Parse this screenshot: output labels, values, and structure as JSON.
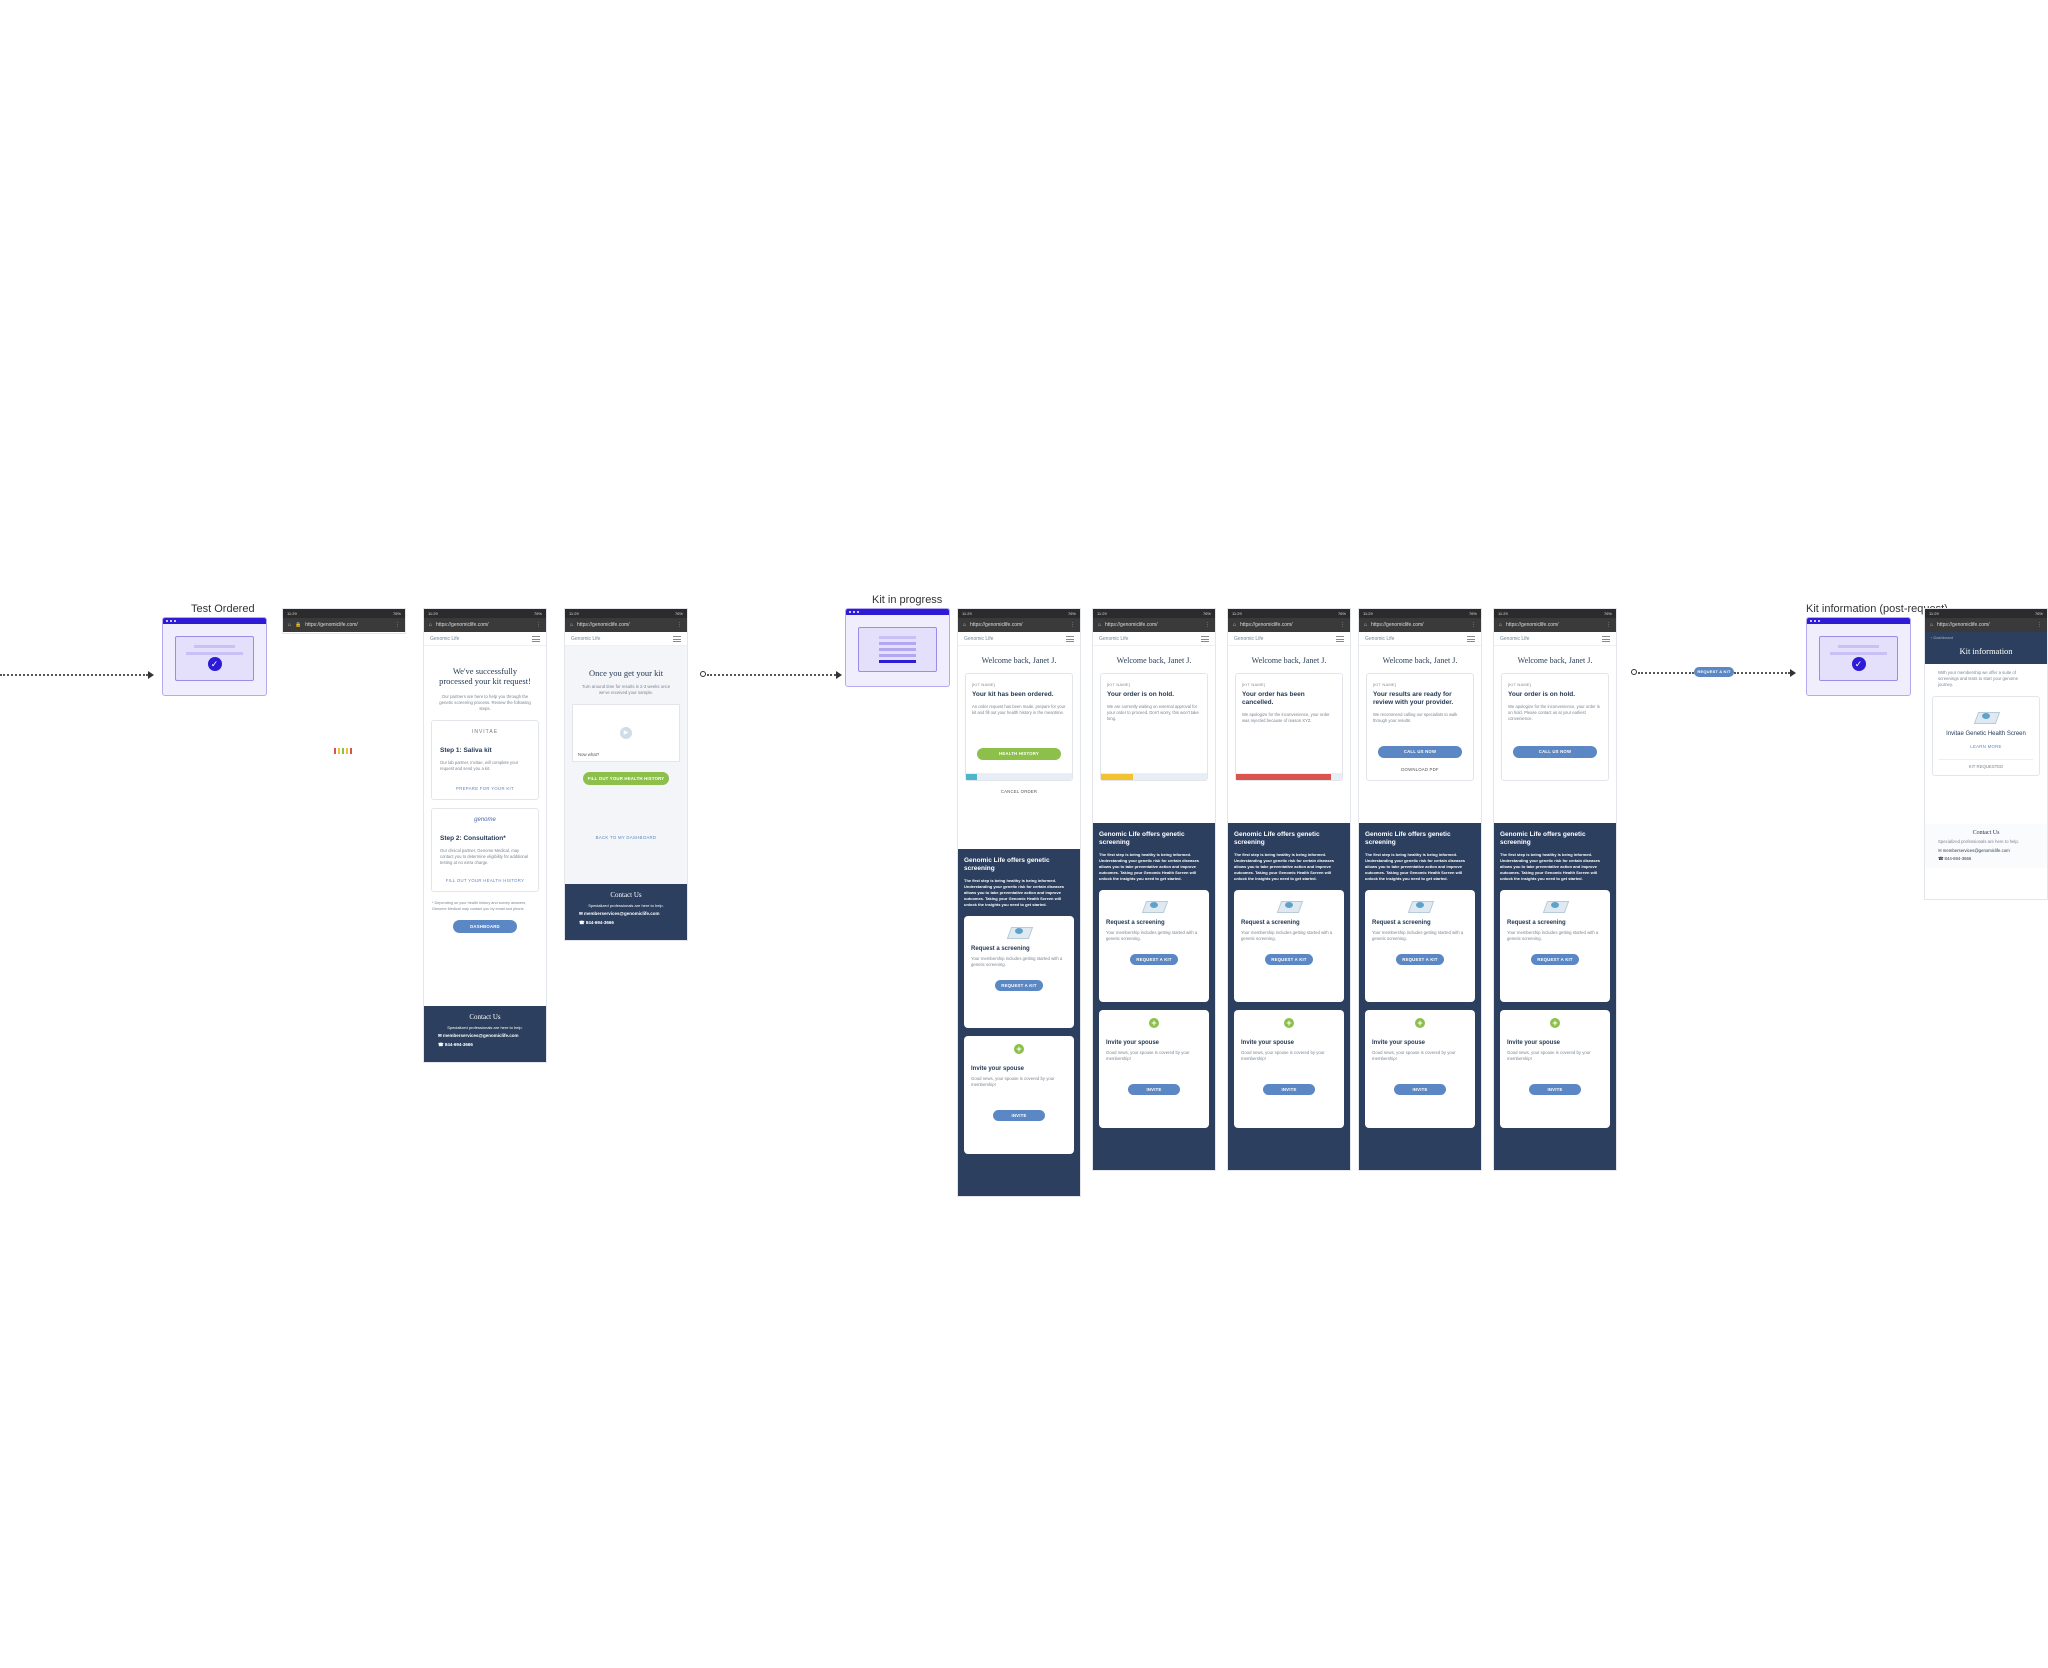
{
  "flows": {
    "test_ordered": "Test Ordered",
    "kit_in_progress": "Kit in progress",
    "kit_info_post": "Kit information (post-request)"
  },
  "connector_button": "REQUEST A KIT",
  "browser": {
    "time": "11:29",
    "status": "76%",
    "url": "https://genomiclife.com/",
    "brand": "Genomic Life"
  },
  "processed": {
    "title": "We've successfully processed your kit request!",
    "intro": "Our partners are here to help you through the genetic screening process. Review the following steps.",
    "invitae_logo": "INVITAE",
    "step1_title": "Step 1: Saliva kit",
    "step1_body": "Our lab partner, Invitae, will complete your request and send you a kit.",
    "step1_link": "PREPARE FOR YOUR KIT",
    "genome_logo": "genome",
    "step2_title": "Step 2: Consultation*",
    "step2_body": "Our clinical partner, Genome Medical, may contact you to determine eligibility for additional testing at no extra charge.",
    "step2_link": "FILL OUT YOUR HEALTH HISTORY",
    "footnote": "* Depending on your health history and survey answers, Genome Medical may contact you by email and phone.",
    "dashboard_btn": "DASHBOARD"
  },
  "once": {
    "title": "Once you get your kit",
    "body": "Turn around time for results is 2-3 weeks once we've received your sample.",
    "video_caption": "Now what?",
    "health_btn": "FILL OUT YOUR HEALTH HISTORY",
    "back_link": "BACK TO MY DASHBOARD"
  },
  "contact": {
    "title": "Contact Us",
    "sub": "Specialized professionals are here to help.",
    "email": "memberservices@genomiclife.com",
    "phone": "844-694-3666"
  },
  "dashboards": {
    "welcome": "Welcome back, Janet J.",
    "kit_name": "[KIT NAME]",
    "cards": [
      {
        "title": "Your kit has been ordered.",
        "body": "An order request has been made, prepare for your kit and fill out your health history in the meantime.",
        "button": "HEALTH HISTORY",
        "link": "CANCEL ORDER",
        "progress": 0.1,
        "bar_color": "#4fb6c9"
      },
      {
        "title": "Your order is on hold.",
        "body": "We are currently waiting on external approval for your order to proceed. Don't worry, this won't take long.",
        "button": "",
        "link": "",
        "progress": 0.3,
        "bar_color": "#f2c230"
      },
      {
        "title": "Your order has been cancelled.",
        "body": "We apologize for the inconvenience, your order was rejected because of reason XYZ.",
        "button": "",
        "link": "",
        "progress": 0.9,
        "bar_color": "#d9534f"
      },
      {
        "title": "Your results are ready for review with your provider.",
        "body": "We recommend calling our specialists to walk through your results.",
        "button": "CALL US NOW",
        "link": "DOWNLOAD PDF",
        "progress": 0,
        "bar_color": ""
      },
      {
        "title": "Your order is on hold.",
        "body": "We apologize for the inconvenience, your order is on hold.  Please contact us at your earliest convenience.",
        "button": "CALL US NOW",
        "link": "",
        "progress": 0,
        "bar_color": ""
      }
    ],
    "offer_title": "Genomic Life offers genetic screening",
    "offer_body": "The first step is being healthy is being informed. Understanding your genetic risk for certain diseases allows you to take preventative action and improve outcomes. Taking your Genomic Health Screen will unlock the insights you need to get started.",
    "request_title": "Request a screening",
    "request_body": "Your membership includes getting started with a genetic screening.",
    "request_btn": "REQUEST A KIT",
    "invite_title": "Invite your spouse",
    "invite_body": "Good news, your spouse is covered by your membership!",
    "invite_btn": "INVITE"
  },
  "kitinfo": {
    "back": "Dashboard",
    "title": "Kit information",
    "body": "With your membership we offer a suite of screenings and tests to start your genome journey.",
    "product": "Invitae Genetic Health Screen",
    "learn_more": "LEARN MORE",
    "status": "KIT REQUESTED"
  }
}
